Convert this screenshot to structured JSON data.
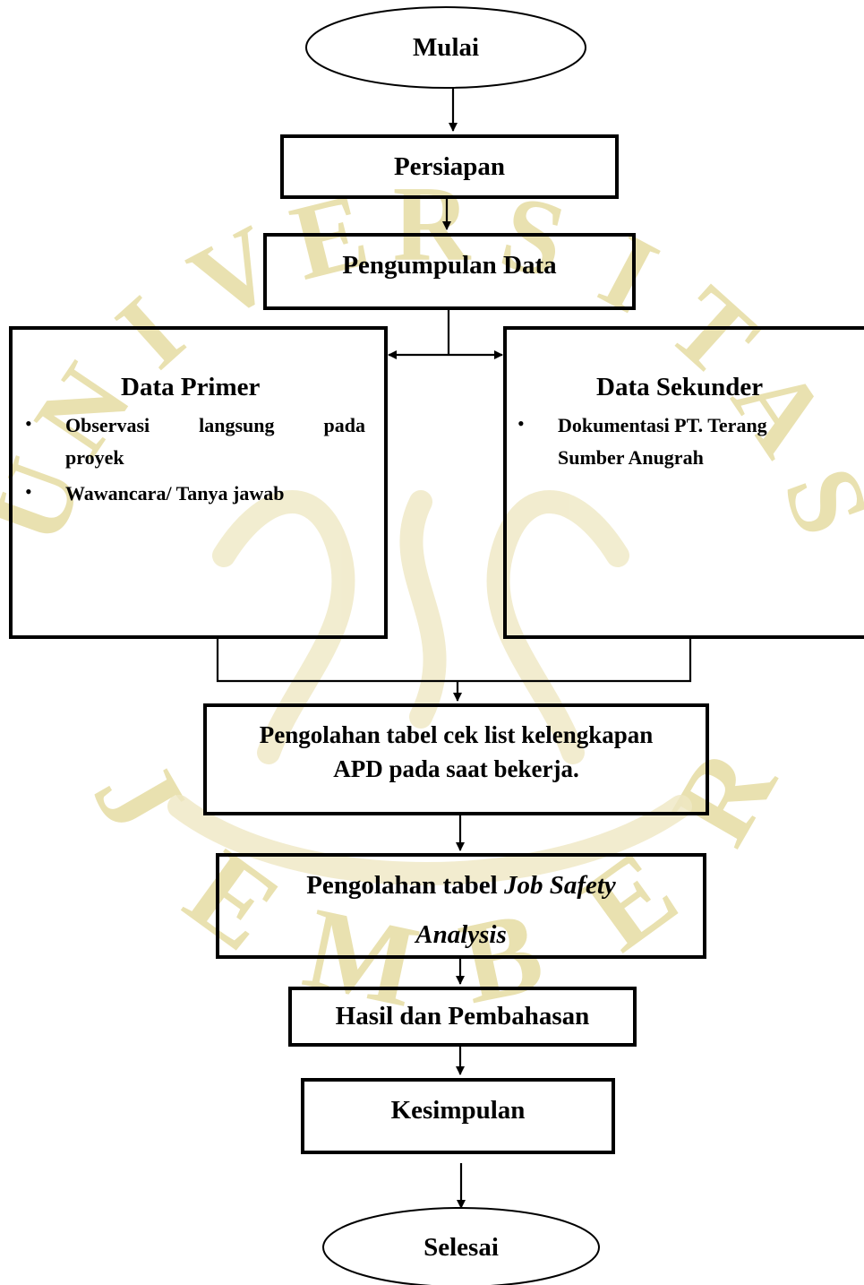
{
  "watermark": {
    "color": "#e9e1b0",
    "letters": [
      "U",
      "N",
      "I",
      "V",
      "E",
      "R",
      "S",
      "I",
      "T",
      "A",
      "S"
    ],
    "bottom_letters": [
      "J",
      "E",
      "M",
      "B",
      "E",
      "R"
    ]
  },
  "flowchart": {
    "start": "Mulai",
    "preparation": "Persiapan",
    "data_collection": "Pengumpulan Data",
    "primary": {
      "title": "Data Primer",
      "items": [
        {
          "line1_words": [
            "Observasi",
            "langsung",
            "pada"
          ],
          "line2": "proyek"
        },
        {
          "line1": "Wawancara/ Tanya jawab"
        }
      ]
    },
    "secondary": {
      "title": "Data Sekunder",
      "items": [
        {
          "line1": "Dokumentasi PT. Terang",
          "line2": "Sumber Anugrah"
        }
      ]
    },
    "checklist": {
      "line1": "Pengolahan tabel cek list kelengkapan",
      "line2": "APD pada saat bekerja."
    },
    "jsa": {
      "prefix": "Pengolahan tabel ",
      "italic1": "Job Safety",
      "italic2": "Analysis"
    },
    "results": "Hasil dan Pembahasan",
    "conclusion": "Kesimpulan",
    "end": "Selesai"
  }
}
